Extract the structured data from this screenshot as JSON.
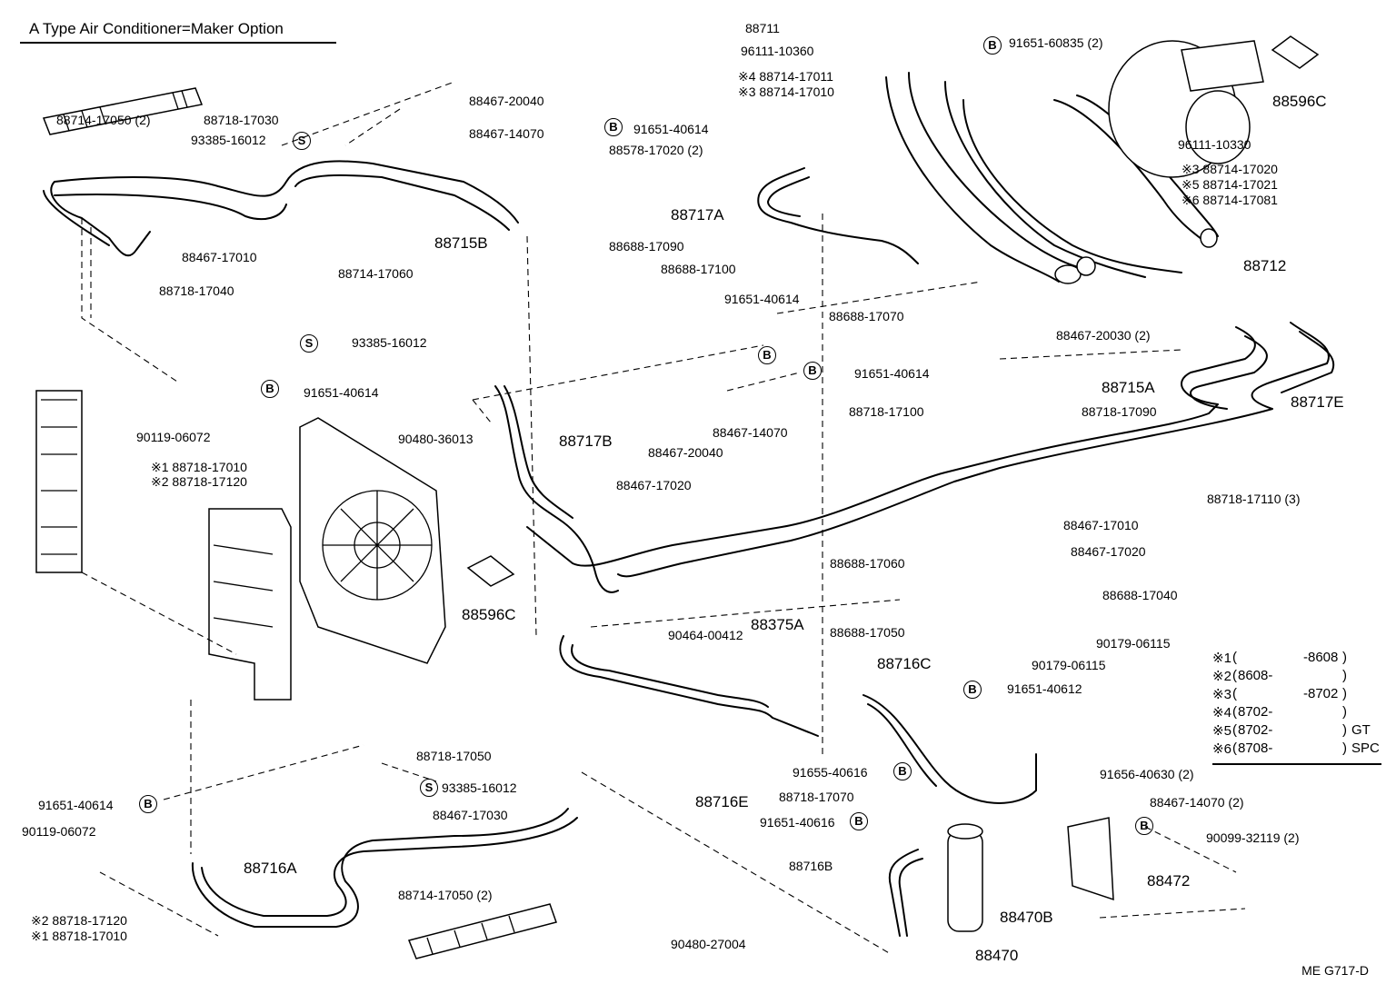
{
  "title": "A Type Air Conditioner=Maker Option",
  "drawing_code": "ME  G717-D",
  "callouts": [
    {
      "id": "c1",
      "text": "88714-17050 (2)"
    },
    {
      "id": "c2",
      "text": "88718-17030"
    },
    {
      "id": "c3",
      "text": "93385-16012"
    },
    {
      "id": "c4",
      "text": "88467-20040"
    },
    {
      "id": "c5",
      "text": "88467-14070"
    },
    {
      "id": "c6",
      "text": "91651-40614"
    },
    {
      "id": "c7",
      "text": "88578-17020 (2)"
    },
    {
      "id": "c8",
      "text": "88711"
    },
    {
      "id": "c9",
      "text": "96111-10360"
    },
    {
      "id": "c10",
      "text": "※4 88714-17011"
    },
    {
      "id": "c11",
      "text": "※3 88714-17010"
    },
    {
      "id": "c12",
      "text": "91651-60835 (2)"
    },
    {
      "id": "c13",
      "text": "88596C"
    },
    {
      "id": "c14",
      "text": "96111-10330"
    },
    {
      "id": "c15",
      "text": "※3 88714-17020"
    },
    {
      "id": "c16",
      "text": "※5 88714-17021"
    },
    {
      "id": "c17",
      "text": "※6 88714-17081"
    },
    {
      "id": "c18",
      "text": "88712"
    },
    {
      "id": "c19",
      "text": "88715B"
    },
    {
      "id": "c20",
      "text": "88467-17010"
    },
    {
      "id": "c21",
      "text": "88714-17060"
    },
    {
      "id": "c22",
      "text": "88718-17040"
    },
    {
      "id": "c23",
      "text": "93385-16012"
    },
    {
      "id": "c24",
      "text": "91651-40614"
    },
    {
      "id": "c25",
      "text": "88717A"
    },
    {
      "id": "c26",
      "text": "88688-17090"
    },
    {
      "id": "c27",
      "text": "88688-17100"
    },
    {
      "id": "c28",
      "text": "91651-40614"
    },
    {
      "id": "c29",
      "text": "88688-17070"
    },
    {
      "id": "c30",
      "text": "88467-20030 (2)"
    },
    {
      "id": "c31",
      "text": "91651-40614"
    },
    {
      "id": "c32",
      "text": "88715A"
    },
    {
      "id": "c33",
      "text": "88717E"
    },
    {
      "id": "c34",
      "text": "88718-17100"
    },
    {
      "id": "c35",
      "text": "88718-17090"
    },
    {
      "id": "c36",
      "text": "88467-14070"
    },
    {
      "id": "c37",
      "text": "88467-20040"
    },
    {
      "id": "c38",
      "text": "90480-36013"
    },
    {
      "id": "c39",
      "text": "88717B"
    },
    {
      "id": "c40",
      "text": "88467-17020"
    },
    {
      "id": "c41",
      "text": "90119-06072"
    },
    {
      "id": "c42",
      "text": "※1 88718-17010"
    },
    {
      "id": "c43",
      "text": "※2 88718-17120"
    },
    {
      "id": "c44",
      "text": "88718-17110 (3)"
    },
    {
      "id": "c45",
      "text": "88467-17010"
    },
    {
      "id": "c46",
      "text": "88467-17020"
    },
    {
      "id": "c47",
      "text": "88688-17060"
    },
    {
      "id": "c48",
      "text": "88688-17040"
    },
    {
      "id": "c49",
      "text": "88596C"
    },
    {
      "id": "c50",
      "text": "88688-17050"
    },
    {
      "id": "c51",
      "text": "90179-06115"
    },
    {
      "id": "c52",
      "text": "90179-06115"
    },
    {
      "id": "c53",
      "text": "91651-40612"
    },
    {
      "id": "c54",
      "text": "90464-00412"
    },
    {
      "id": "c55",
      "text": "88375A"
    },
    {
      "id": "c56",
      "text": "88716C"
    },
    {
      "id": "c57",
      "text": "88716E"
    },
    {
      "id": "c58",
      "text": "91655-40616"
    },
    {
      "id": "c59",
      "text": "88718-17070"
    },
    {
      "id": "c60",
      "text": "91651-40616"
    },
    {
      "id": "c61",
      "text": "88718-17050"
    },
    {
      "id": "c62",
      "text": "93385-16012"
    },
    {
      "id": "c63",
      "text": "91651-40614"
    },
    {
      "id": "c64",
      "text": "88467-17030"
    },
    {
      "id": "c65",
      "text": "90119-06072"
    },
    {
      "id": "c66",
      "text": "88716A"
    },
    {
      "id": "c67",
      "text": "※2 88718-17120"
    },
    {
      "id": "c68",
      "text": "※1 88718-17010"
    },
    {
      "id": "c69",
      "text": "88714-17050 (2)"
    },
    {
      "id": "c70",
      "text": "90480-27004"
    },
    {
      "id": "c71",
      "text": "88716B"
    },
    {
      "id": "c72",
      "text": "88470B"
    },
    {
      "id": "c73",
      "text": "88470"
    },
    {
      "id": "c74",
      "text": "91656-40630 (2)"
    },
    {
      "id": "c75",
      "text": "88467-14070 (2)"
    },
    {
      "id": "c76",
      "text": "90099-32119 (2)"
    },
    {
      "id": "c77",
      "text": "88472"
    }
  ],
  "markers": {
    "bolt": "B",
    "screw": "S"
  },
  "legend": [
    {
      "mark": "※1",
      "open": "(",
      "from": "",
      "to": "-8608",
      "close": ")",
      "note": ""
    },
    {
      "mark": "※2",
      "open": "(",
      "from": "8608-",
      "to": "",
      "close": ")",
      "note": ""
    },
    {
      "mark": "※3",
      "open": "(",
      "from": "",
      "to": "-8702",
      "close": ")",
      "note": ""
    },
    {
      "mark": "※4",
      "open": "(",
      "from": "8702-",
      "to": "",
      "close": ")",
      "note": ""
    },
    {
      "mark": "※5",
      "open": "(",
      "from": "8702-",
      "to": "",
      "close": ")",
      "note": "GT"
    },
    {
      "mark": "※6",
      "open": "(",
      "from": "8708-",
      "to": "",
      "close": ")",
      "note": "SPC"
    }
  ]
}
